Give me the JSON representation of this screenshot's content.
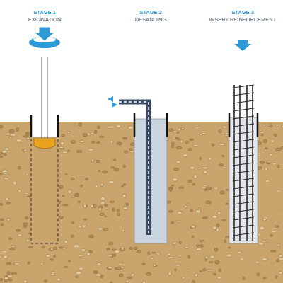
{
  "diagram": {
    "labels": [
      "STAGE 1",
      "EXCAVATION",
      "STAGE 2",
      "DESANDING",
      "STAGE 3",
      "INSERT REINFORCEMENT"
    ]
  }
}
